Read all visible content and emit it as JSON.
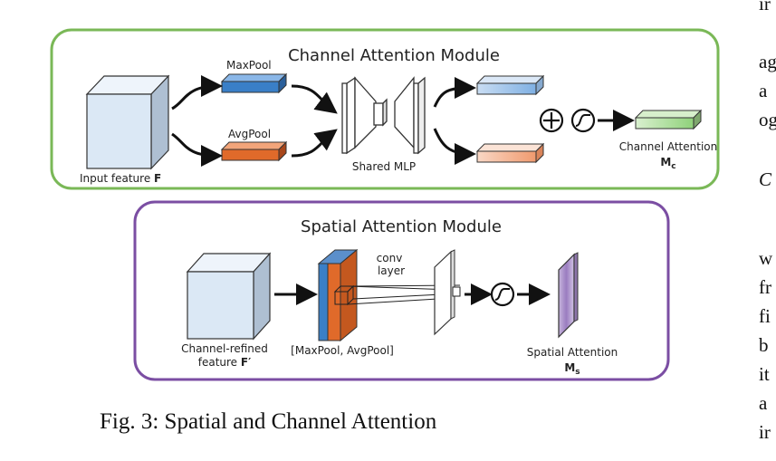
{
  "channel_module": {
    "title": "Channel Attention Module",
    "maxpool_label": "MaxPool",
    "avgpool_label": "AvgPool",
    "input_label": "Input feature ",
    "input_symbol": "F",
    "mlp_label": "Shared MLP",
    "output_label": "Channel Attention",
    "output_symbol": "M",
    "output_subscript": "c",
    "plus_symbol": "+",
    "border_color": "#7ab857"
  },
  "spatial_module": {
    "title": "Spatial Attention Module",
    "conv_label_line1": "conv",
    "conv_label_line2": "layer",
    "input_label_line1": "Channel-refined",
    "input_label_line2": "feature ",
    "input_symbol": "F′",
    "pool_label": "[MaxPool, AvgPool]",
    "output_label": "Spatial Attention",
    "output_symbol": "M",
    "output_subscript": "s",
    "border_color": "#7b4ea3"
  },
  "caption": "Fig. 3: Spatial and Channel Attention",
  "right_edge_text": [
    "ir",
    "ag",
    "a",
    "og",
    "C",
    "w",
    "fr",
    "fi",
    "b",
    "it",
    "a",
    "ir"
  ],
  "colors": {
    "maxpool": "#3a7fc7",
    "avgpool": "#e06a2a",
    "cube": "#dbe8f5",
    "channel_attention": "#9fd68a",
    "spatial_attention": "#9a7cc0"
  }
}
